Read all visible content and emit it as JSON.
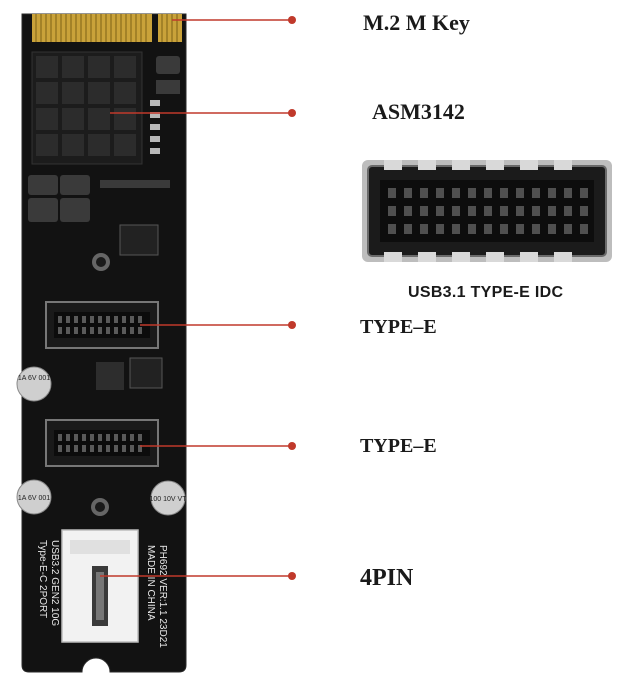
{
  "callouts": {
    "m2_mkey": "M.2  M Key",
    "asm3142": "ASM3142",
    "type_e_1": "TYPE–E",
    "type_e_2": "TYPE–E",
    "four_pin": "4PIN"
  },
  "connector_caption": "USB3.1 TYPE-E IDC",
  "board_silkscreen": {
    "line1": "PH692 VER:1.1 23D21",
    "line2": "MADE IN CHINA",
    "line3": "USB3.2 GEN2 10G",
    "line4": "Type-E-C 2PORT"
  },
  "capacitor_marks": {
    "cap1": "1A 6V 001",
    "cap2": "1A 6V 001",
    "cap3": "100 10V VT"
  },
  "colors": {
    "pcb": "#121212",
    "gold_contacts": "#c9a23a",
    "callout_line": "#c0392b",
    "callout_dot": "#c0392b",
    "connector_white": "#f2f2f2"
  }
}
